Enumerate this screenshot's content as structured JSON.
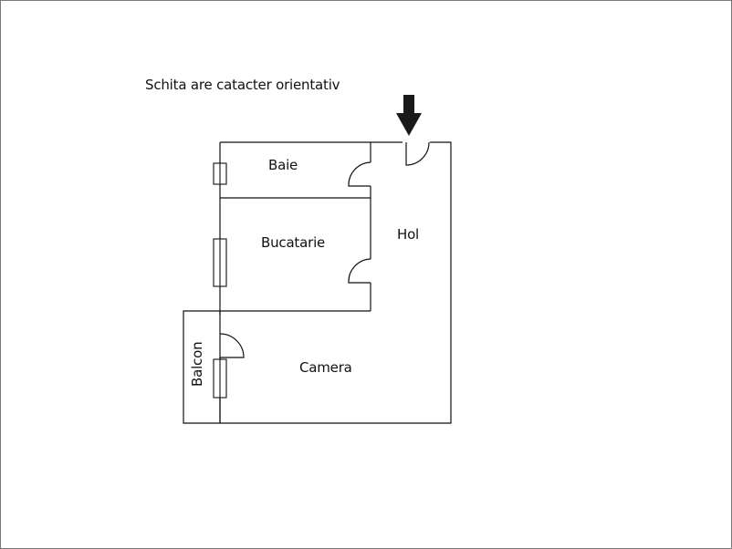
{
  "note": "Schita are catacter orientativ",
  "rooms": {
    "baie": "Baie",
    "bucatarie": "Bucatarie",
    "hol": "Hol",
    "camera": "Camera",
    "balcon": "Balcon"
  },
  "colors": {
    "wall": "#111111",
    "arrow": "#1a1a1a",
    "frame": "#7a7a7a"
  },
  "icons": {
    "entrance": "arrow-down-icon"
  }
}
